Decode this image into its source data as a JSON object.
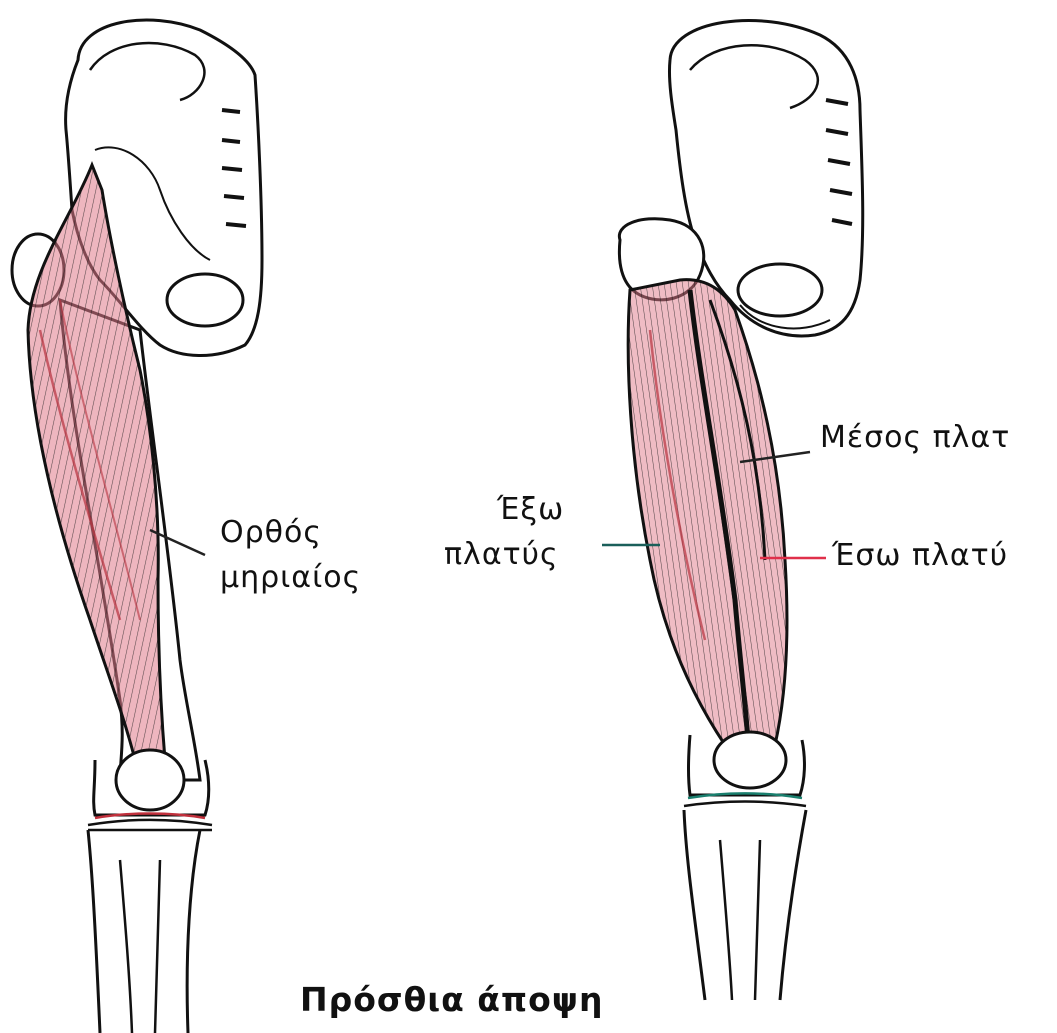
{
  "labels": {
    "rectus_femoris": [
      "Ορθός",
      "μηριαίος"
    ],
    "vastus_lateralis": [
      "Έξω",
      "πλατύς"
    ],
    "vastus_intermedius": "Μέσος πλατ",
    "vastus_medialis": "Έσω πλατύ"
  },
  "caption": "Πρόσθια άποψη",
  "colors": {
    "muscle_tint": "#e07a8a",
    "muscle_line": "#1a1a1a",
    "leader_line": "#222222",
    "medialis_leader": "#e0304a"
  }
}
